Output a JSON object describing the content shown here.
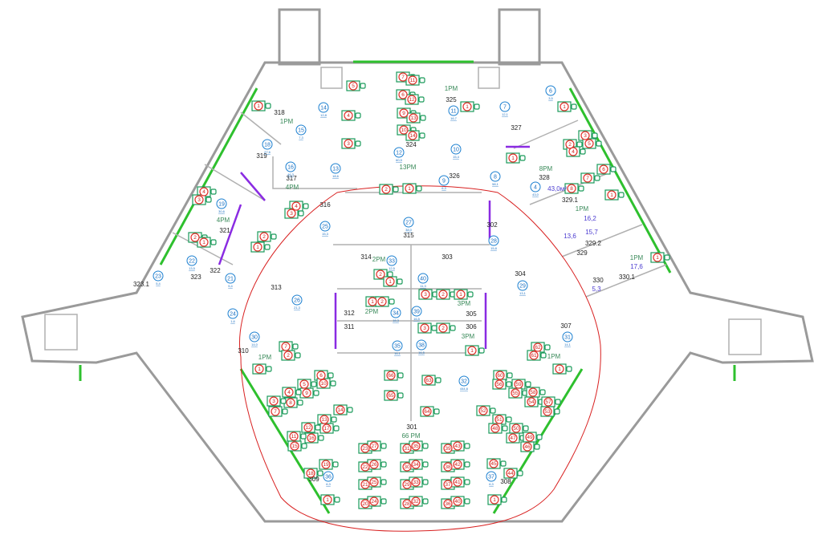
{
  "room_labels": [
    "318",
    "319",
    "317",
    "321",
    "316",
    "315",
    "314",
    "303",
    "313",
    "322",
    "323",
    "323.1",
    "312",
    "311",
    "305",
    "306",
    "302",
    "304",
    "307",
    "310",
    "309",
    "308",
    "301",
    "324",
    "325",
    "326",
    "327",
    "328",
    "329.1",
    "329.2",
    "329",
    "330.1",
    "330"
  ],
  "pm_labels": [
    "4PM",
    "4PM",
    "2PM",
    "2PM",
    "3PM",
    "3PM",
    "66 PM",
    "13PM",
    "1PM",
    "1PM",
    "8PM",
    "1PM",
    "1PM",
    "1PM",
    "1PM",
    "1PM"
  ],
  "area_labels": [
    "43,0м²",
    "16,2",
    "13,6",
    "15,7",
    "17,6",
    "5,3"
  ],
  "badges": [
    {
      "n": "14",
      "a": "12,8"
    },
    {
      "n": "15",
      "a": "7,3"
    },
    {
      "n": "18",
      "a": "27,6"
    },
    {
      "n": "16",
      "a": "46,3"
    },
    {
      "n": "13",
      "a": "18,6"
    },
    {
      "n": "12",
      "a": "60,5"
    },
    {
      "n": "11",
      "a": "16,7"
    },
    {
      "n": "10",
      "a": "15,4"
    },
    {
      "n": "9",
      "a": "6,3"
    },
    {
      "n": "7",
      "a": "12,1"
    },
    {
      "n": "6",
      "a": "3,5"
    },
    {
      "n": "8",
      "a": "58,1"
    },
    {
      "n": "4",
      "a": "43,0"
    },
    {
      "n": "27",
      "a": "38,0"
    },
    {
      "n": "25",
      "a": "15,3"
    },
    {
      "n": "28",
      "a": "15,8"
    },
    {
      "n": "19",
      "a": "30,6"
    },
    {
      "n": "22",
      "a": "13,5"
    },
    {
      "n": "21",
      "a": "5,4"
    },
    {
      "n": "23",
      "a": "5,4"
    },
    {
      "n": "24",
      "a": "1,6"
    },
    {
      "n": "26",
      "a": "21,3"
    },
    {
      "n": "29",
      "a": "13,1"
    },
    {
      "n": "33",
      "a": "12,5"
    },
    {
      "n": "40",
      "a": "11,3"
    },
    {
      "n": "34",
      "a": "18,3"
    },
    {
      "n": "39",
      "a": "16,5"
    },
    {
      "n": "35",
      "a": "16,1"
    },
    {
      "n": "38",
      "a": "16,5"
    },
    {
      "n": "32",
      "a": "444,6"
    },
    {
      "n": "30",
      "a": "14,0"
    },
    {
      "n": "31",
      "a": "14,1"
    },
    {
      "n": "36",
      "a": "6,3"
    },
    {
      "n": "37",
      "a": "6,3"
    }
  ],
  "seat_numbers": [
    "23",
    "22",
    "21",
    "20",
    "27",
    "26",
    "25",
    "24",
    "31",
    "30",
    "29",
    "28",
    "35",
    "34",
    "33",
    "32",
    "39",
    "38",
    "37",
    "36",
    "43",
    "42",
    "41",
    "40",
    "7",
    "2",
    "1",
    "6",
    "10",
    "5",
    "9",
    "4",
    "8",
    "3",
    "7",
    "14",
    "13",
    "17",
    "12",
    "16",
    "11",
    "15",
    "19",
    "18",
    "1",
    "62",
    "61",
    "1",
    "60",
    "56",
    "59",
    "55",
    "58",
    "54",
    "57",
    "53",
    "52",
    "51",
    "48",
    "50",
    "47",
    "49",
    "46",
    "45",
    "44",
    "1",
    "66",
    "63",
    "65",
    "64",
    "2",
    "1",
    "1",
    "2",
    "3",
    "2",
    "1",
    "3",
    "2",
    "1",
    "5",
    "7",
    "11",
    "6",
    "12",
    "9",
    "13",
    "10",
    "14",
    "4",
    "3",
    "1",
    "1",
    "2",
    "1",
    "4",
    "3",
    "2",
    "1",
    "1",
    "3",
    "2",
    "5",
    "4",
    "6",
    "7",
    "8",
    "1",
    "1",
    "1",
    "4",
    "3",
    "2",
    "1"
  ],
  "colors": {
    "wall": "#9a9a9a",
    "glass": "#2ec02e",
    "furniture": "#1a9a5a",
    "seat": "#e0302a",
    "badge": "#1a7fd0",
    "cloud": "#d82020",
    "partition": "#8a2be2"
  }
}
